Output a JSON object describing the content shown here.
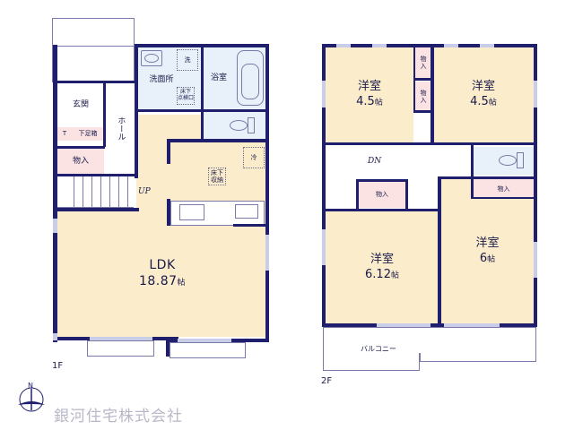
{
  "floor1": {
    "label": "1F",
    "rooms": {
      "entrance": "玄関",
      "hall": "ホール",
      "toilet_mark": "T",
      "shoe_cabinet": "下足箱",
      "storage": "物入",
      "washroom": "洗面所",
      "washer": "洗",
      "underfloor_inspection": "床下\n点検口",
      "bathroom": "浴室",
      "fridge": "冷",
      "underfloor_storage": "床下\n収納",
      "ldk_name": "LDK",
      "ldk_size": "18.87",
      "ldk_unit": "帖"
    },
    "stairs_label": "UP"
  },
  "floor2": {
    "label": "2F",
    "rooms": {
      "room_nw_name": "洋室",
      "room_nw_size": "4.5",
      "room_ne_name": "洋室",
      "room_ne_size": "4.5",
      "room_sw_name": "洋室",
      "room_sw_size": "6.12",
      "room_se_name": "洋室",
      "room_se_size": "6",
      "unit": "帖",
      "closet_top1": "物\n入",
      "closet_top2": "物\n入",
      "closet_sw": "物入",
      "closet_se": "物入",
      "balcony": "バルコニー"
    },
    "stairs_label": "DN"
  },
  "compass": {
    "north": "N"
  },
  "company": {
    "name": "銀河住宅株式会社"
  },
  "colors": {
    "wall": "#1f1f6e",
    "room_fill": "#fbeccb",
    "storage_fill": "#fbe3e3",
    "wet_fill": "#e8f1f9"
  }
}
